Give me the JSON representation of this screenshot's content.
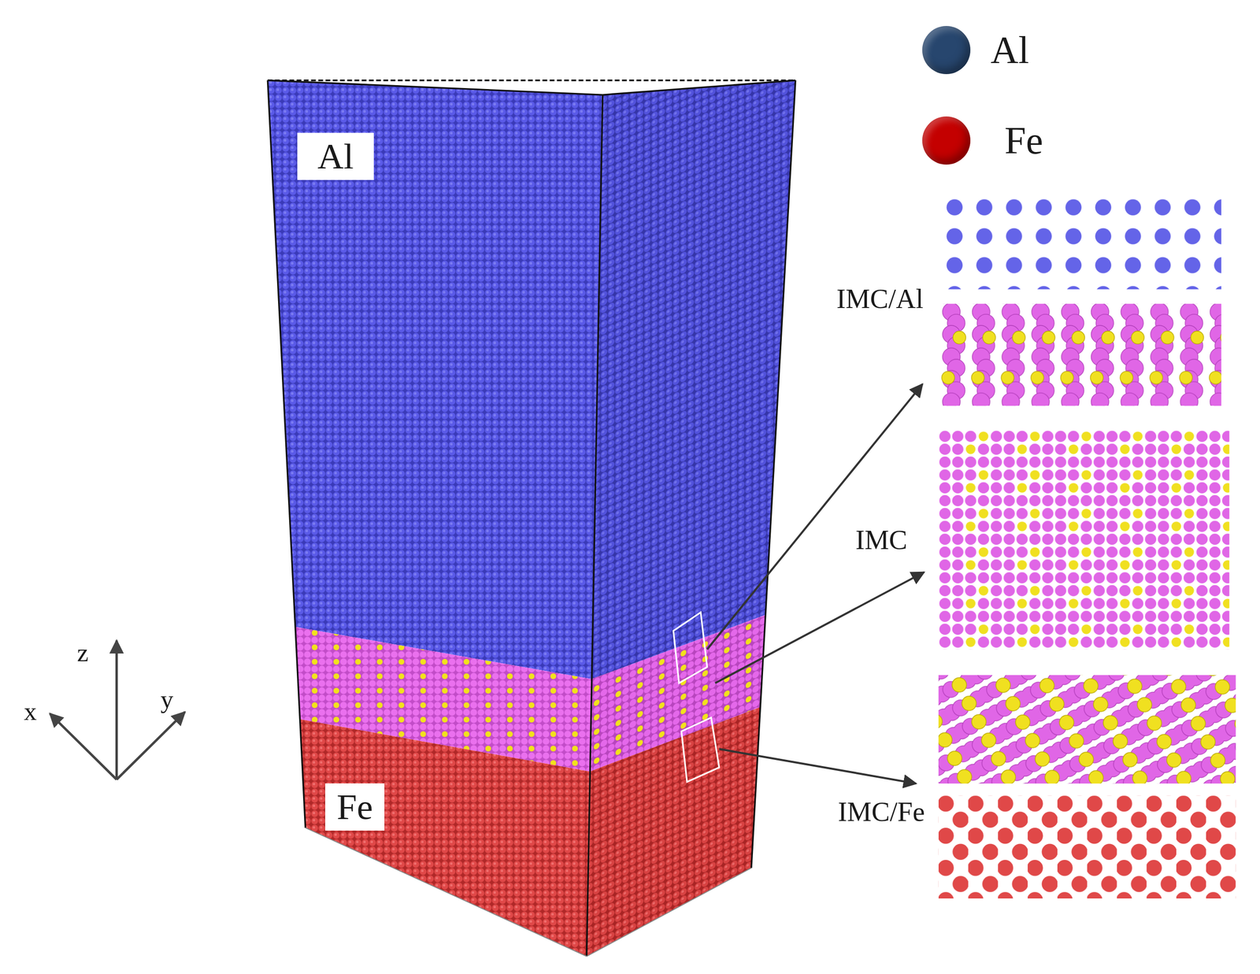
{
  "diagram": {
    "nodes": [
      {
        "text": [
          "Al"
        ]
      },
      {
        "text": [
          "Fe"
        ]
      }
    ],
    "labels": [
      "IMC/Al",
      "IMC",
      "IMC/Fe",
      "z",
      "x",
      "y"
    ],
    "legend": [
      {
        "text": "Al",
        "color": "#27466e"
      },
      {
        "text": "Fe",
        "color": "#c40000"
      }
    ]
  }
}
